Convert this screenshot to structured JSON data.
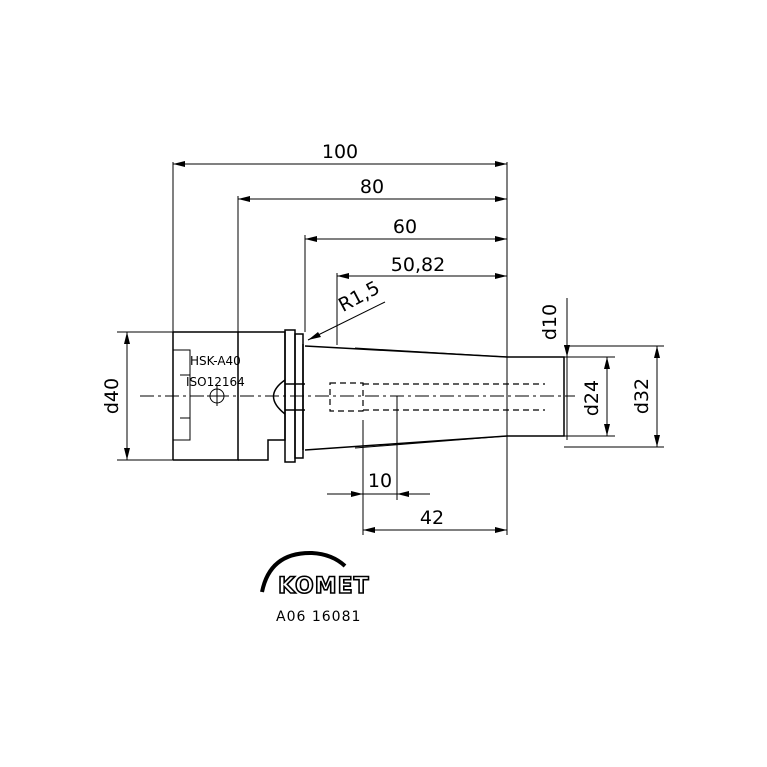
{
  "dimensions": {
    "d100": "100",
    "d80": "80",
    "d60": "60",
    "d50_82": "50,82",
    "r1_5": "R1,5",
    "d10_vertical": "d10",
    "d24": "d24",
    "d32": "d32",
    "d40": "d40",
    "len10": "10",
    "len42": "42"
  },
  "labels": {
    "interface_line1": "HSK-A40",
    "interface_line2": "ISO12164"
  },
  "logo": {
    "brand": "KOMET",
    "article_number": "A06 16081"
  }
}
